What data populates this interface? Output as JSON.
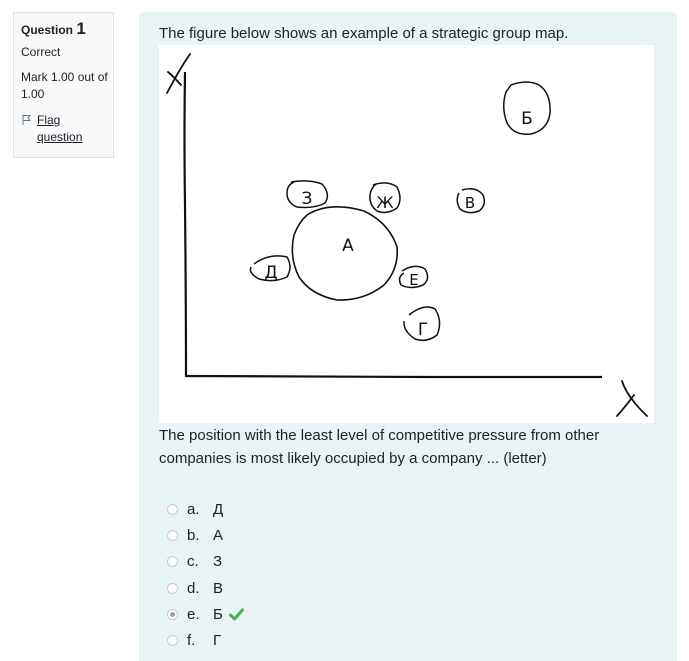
{
  "info": {
    "question_label": "Question",
    "question_number": "1",
    "state": "Correct",
    "grade": "Mark 1.00 out of 1.00",
    "flag_label": "Flag question"
  },
  "question": {
    "text": "The figure below shows an example of a strategic group map.",
    "prompt": "The position with the least level of competitive pressure from other companies is most likely occupied by a company ... (letter)"
  },
  "figure": {
    "y_axis_label": "Y",
    "x_axis_label": "X",
    "groups": [
      {
        "id": "A",
        "label": "А"
      },
      {
        "id": "B",
        "label": "Б"
      },
      {
        "id": "V",
        "label": "В"
      },
      {
        "id": "G",
        "label": "Г"
      },
      {
        "id": "D",
        "label": "Д"
      },
      {
        "id": "E",
        "label": "Е"
      },
      {
        "id": "Zh",
        "label": "Ж"
      },
      {
        "id": "Z",
        "label": "З"
      }
    ]
  },
  "answers": [
    {
      "letter": "a.",
      "text": "Д",
      "selected": false
    },
    {
      "letter": "b.",
      "text": "А",
      "selected": false
    },
    {
      "letter": "c.",
      "text": "З",
      "selected": false
    },
    {
      "letter": "d.",
      "text": "В",
      "selected": false
    },
    {
      "letter": "e.",
      "text": "Б",
      "selected": true,
      "correct": true
    },
    {
      "letter": "f.",
      "text": "Г",
      "selected": false
    }
  ],
  "colors": {
    "panel_bg": "#e7f3f5",
    "info_bg": "#f8f9fa",
    "correct_check": "#4caf50"
  }
}
